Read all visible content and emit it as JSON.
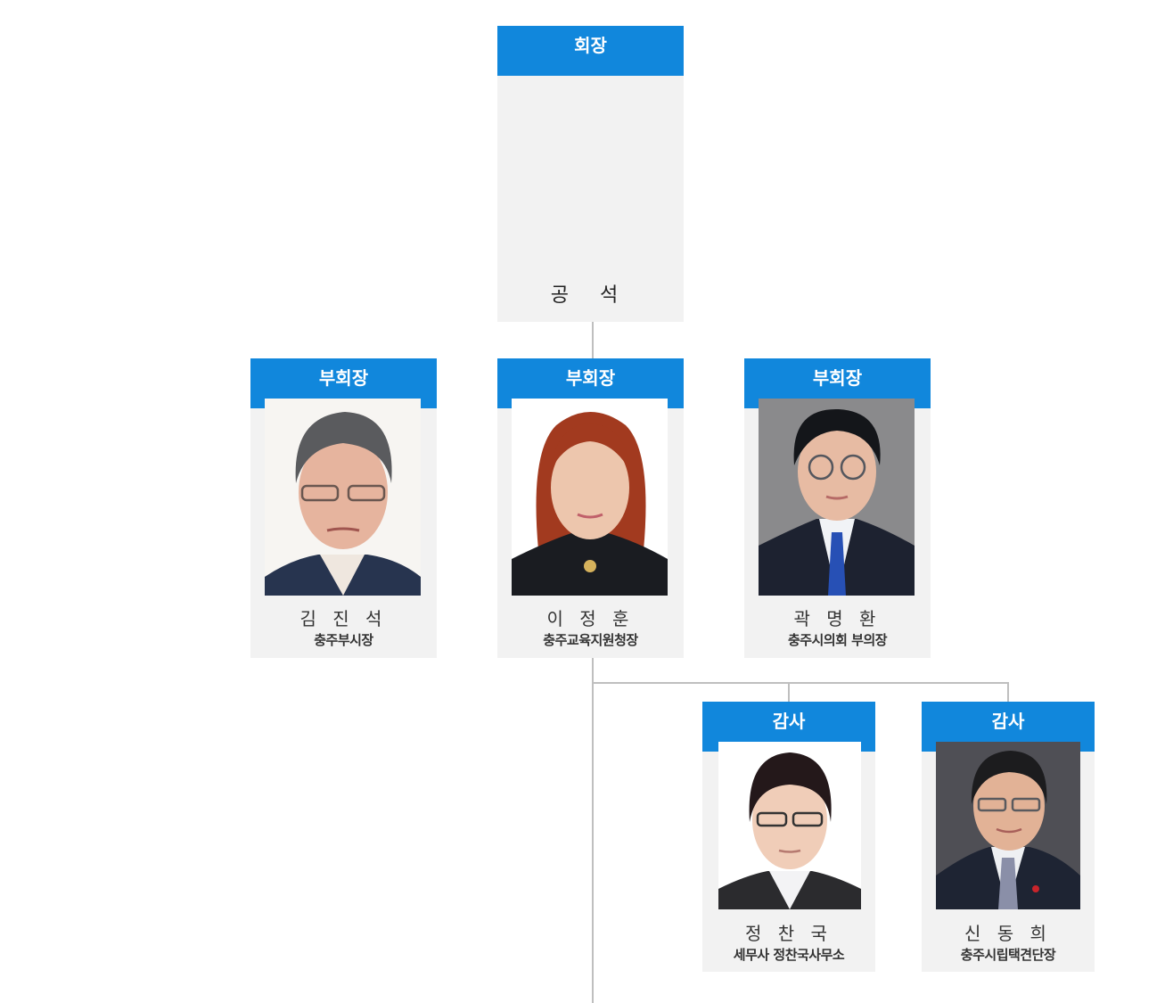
{
  "colors": {
    "header_blue": "#1187dc",
    "card_bg": "#f2f2f2",
    "connector": "#bfbfbf"
  },
  "president": {
    "role": "회장",
    "status": "공 석"
  },
  "vice_presidents": [
    {
      "role": "부회장",
      "name": "김 진 석",
      "title": "충주부시장",
      "photo": "portrait-man-glasses-white-bg"
    },
    {
      "role": "부회장",
      "name": "이 정 훈",
      "title": "충주교육지원청장",
      "photo": "portrait-woman-red-hair-white-bg"
    },
    {
      "role": "부회장",
      "name": "곽 명 환",
      "title": "충주시의회 부의장",
      "photo": "portrait-man-glasses-blue-tie-gray-bg"
    }
  ],
  "auditors": [
    {
      "role": "감사",
      "name": "정 찬 국",
      "title": "세무사 정찬국사무소",
      "photo": "portrait-man-glasses-white-bg"
    },
    {
      "role": "감사",
      "name": "신 동 희",
      "title": "충주시립택견단장",
      "photo": "portrait-man-glasses-plaid-tie-gray-bg"
    }
  ]
}
